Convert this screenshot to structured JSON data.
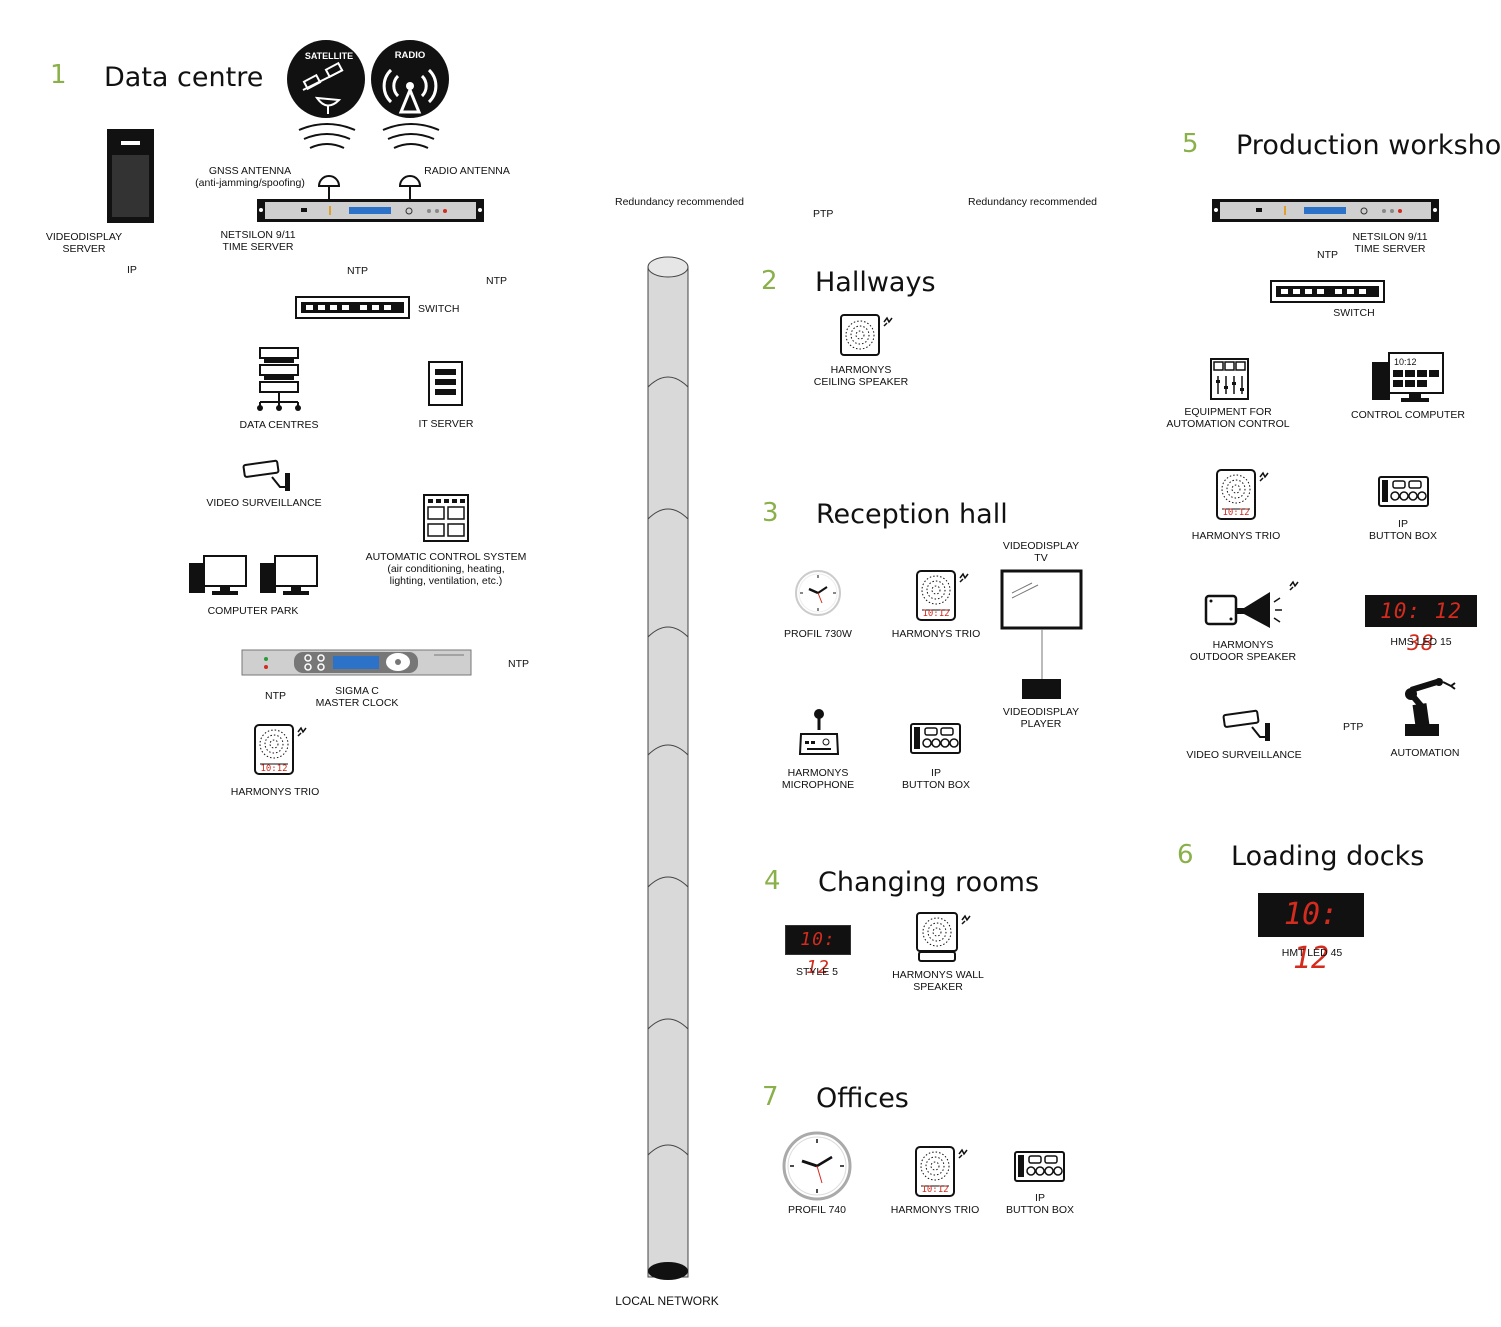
{
  "sections": {
    "s1": {
      "num": "1",
      "title": "Data centre"
    },
    "s2": {
      "num": "2",
      "title": "Hallways"
    },
    "s3": {
      "num": "3",
      "title": "Reception hall"
    },
    "s4": {
      "num": "4",
      "title": "Changing rooms"
    },
    "s5": {
      "num": "5",
      "title": "Production workshop"
    },
    "s6": {
      "num": "6",
      "title": "Loading docks"
    },
    "s7": {
      "num": "7",
      "title": "Offices"
    }
  },
  "badges": {
    "satellite": "SATELLITE",
    "radio": "RADIO"
  },
  "labels": {
    "videodisplay_server": "VIDEODISPLAY\nSERVER",
    "gnss_antenna": "GNSS ANTENNA\n(anti-jamming/spoofing)",
    "radio_antenna": "RADIO ANTENNA",
    "netsilon_1": "NETSILON 9/11\nTIME SERVER",
    "switch_1": "SWITCH",
    "data_centres": "DATA CENTRES",
    "it_server": "IT SERVER",
    "video_surveillance_1": "VIDEO SURVEILLANCE",
    "automatic_control": "AUTOMATIC CONTROL SYSTEM\n(air conditioning, heating,\nlighting, ventilation, etc.)",
    "computer_park": "COMPUTER PARK",
    "sigma_c": "SIGMA C\nMASTER CLOCK",
    "harmonys_trio_1": "HARMONYS TRIO",
    "local_network": "LOCAL NETWORK",
    "harmonys_ceiling": "HARMONYS\nCEILING SPEAKER",
    "profil_730w": "PROFIL 730W",
    "harmonys_trio_3": "HARMONYS TRIO",
    "videodisplay_tv": "VIDEODISPLAY\nTV",
    "videodisplay_player": "VIDEODISPLAY\nPLAYER",
    "harmonys_microphone": "HARMONYS\nMICROPHONE",
    "ip_button_box_3": "IP\nBUTTON BOX",
    "style_5": "STYLE 5",
    "harmonys_wall": "HARMONYS WALL\nSPEAKER",
    "profil_740": "PROFIL 740",
    "harmonys_trio_7": "HARMONYS TRIO",
    "ip_button_box_7": "IP\nBUTTON BOX",
    "netsilon_5": "NETSILON 9/11\nTIME SERVER",
    "switch_5": "SWITCH",
    "equipment_automation": "EQUIPMENT FOR\nAUTOMATION CONTROL",
    "control_computer": "CONTROL COMPUTER",
    "harmonys_trio_5": "HARMONYS TRIO",
    "ip_button_box_5": "IP\nBUTTON BOX",
    "harmonys_outdoor": "HARMONYS\nOUTDOOR SPEAKER",
    "hms_led_15": "HMS LED 15",
    "video_surveillance_5": "VIDEO SURVEILLANCE",
    "automation": "AUTOMATION",
    "hmt_led_45": "HMT LED 45"
  },
  "tags": {
    "ip": "IP",
    "ntp_a": "NTP",
    "ntp_b": "NTP",
    "ntp_c": "NTP",
    "ntp_d": "NTP",
    "ntp_e": "NTP",
    "ptp_a": "PTP",
    "ptp_b": "PTP",
    "redundancy_a": "Redundancy recommended",
    "redundancy_b": "Redundancy recommended"
  },
  "displays": {
    "trio_time": "10:12",
    "control_computer_time": "10:12",
    "hms_led_15": "10: 12 38",
    "style_5": "10: 12",
    "hmt_led_45": "10: 12"
  },
  "colors": {
    "accent_green": "#8ab04a",
    "led_red": "#d32b1e",
    "pipe_gray": "#d9d9d9",
    "lcd_blue": "#2d72c9"
  }
}
